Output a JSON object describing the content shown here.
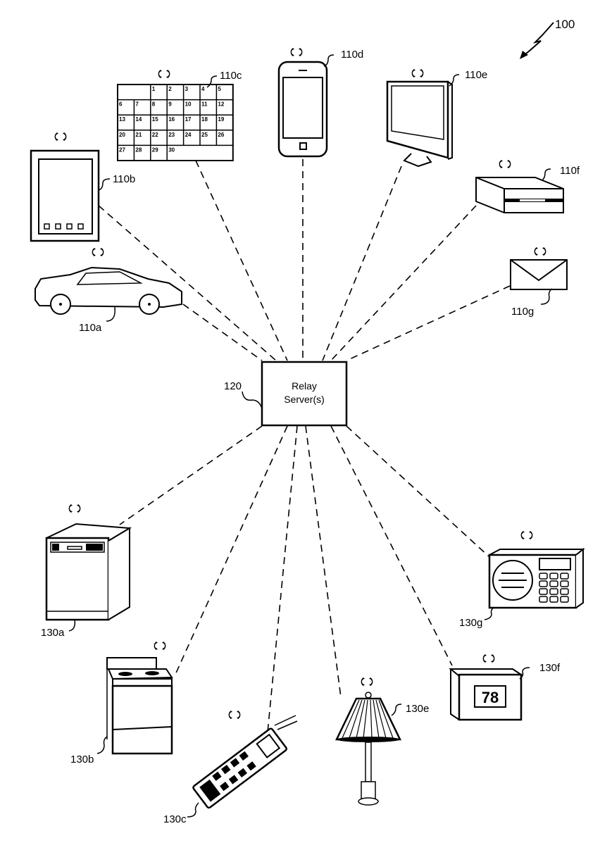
{
  "figure": {
    "reference": "100",
    "server": {
      "ref": "120",
      "line1": "Relay",
      "line2": "Server(s)"
    },
    "devices_110": [
      {
        "ref": "110a",
        "kind": "car"
      },
      {
        "ref": "110b",
        "kind": "tablet"
      },
      {
        "ref": "110c",
        "kind": "calendar"
      },
      {
        "ref": "110d",
        "kind": "smartphone"
      },
      {
        "ref": "110e",
        "kind": "monitor"
      },
      {
        "ref": "110f",
        "kind": "set-top-box"
      },
      {
        "ref": "110g",
        "kind": "envelope"
      }
    ],
    "devices_130": [
      {
        "ref": "130a",
        "kind": "dishwasher"
      },
      {
        "ref": "130b",
        "kind": "stove"
      },
      {
        "ref": "130c",
        "kind": "power-strip"
      },
      {
        "ref": "130e",
        "kind": "lamp"
      },
      {
        "ref": "130f",
        "kind": "thermostat"
      },
      {
        "ref": "130g",
        "kind": "radio"
      }
    ],
    "thermostat_display": "78",
    "calendar_days": [
      "1",
      "2",
      "3",
      "4",
      "5",
      "6",
      "7",
      "8",
      "9",
      "10",
      "11",
      "12",
      "13",
      "14",
      "15",
      "16",
      "17",
      "18",
      "19",
      "20",
      "21",
      "22",
      "23",
      "24",
      "25",
      "26",
      "27",
      "28",
      "29",
      "30"
    ],
    "wireless_icon": "wireless-signal-icon"
  }
}
